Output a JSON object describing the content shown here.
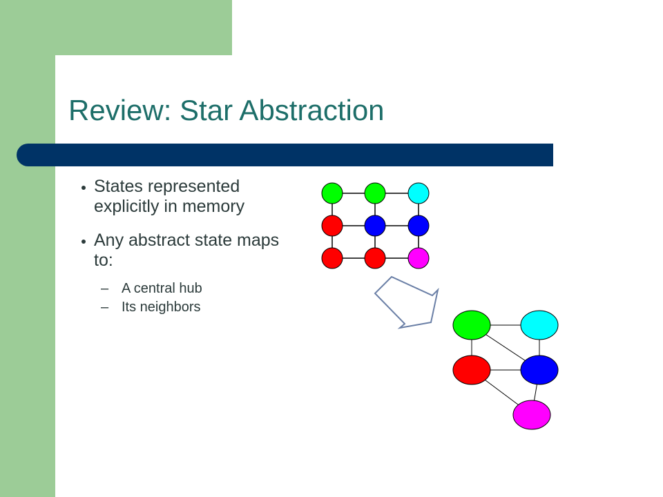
{
  "title": "Review: Star Abstraction",
  "bullets": [
    {
      "text": "States represented explicitly in memory"
    },
    {
      "text": "Any abstract state maps to:"
    }
  ],
  "sub_bullets": [
    {
      "text": "A central hub"
    },
    {
      "text": "Its neighbors"
    }
  ],
  "dash": "–",
  "colors": {
    "sidebar_green": "#9ccc97",
    "title_bar_navy": "#003366",
    "title_teal": "#1d6e69",
    "node_green": "#00ff00",
    "node_cyan": "#00ffff",
    "node_red": "#ff0000",
    "node_blue": "#0000ff",
    "node_magenta": "#ff00ff"
  }
}
